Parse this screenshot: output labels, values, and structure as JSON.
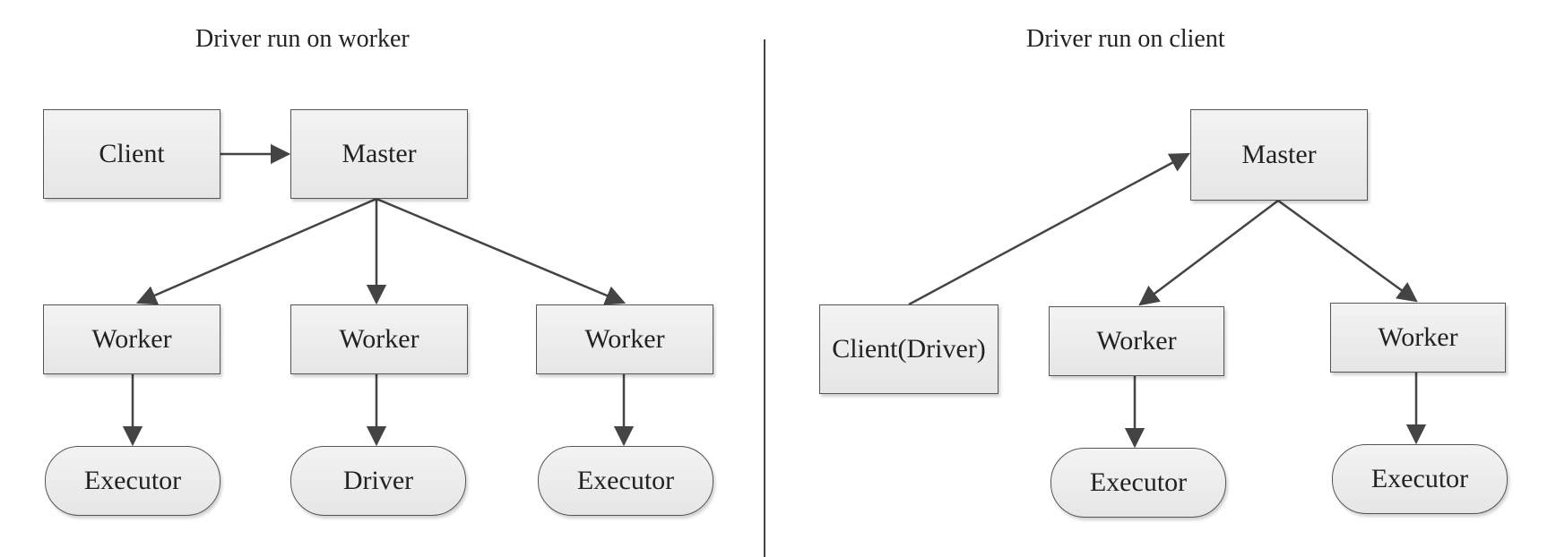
{
  "left": {
    "title": "Driver run on worker",
    "nodes": {
      "client": "Client",
      "master": "Master",
      "worker1": "Worker",
      "worker2": "Worker",
      "worker3": "Worker",
      "executor1": "Executor",
      "driver": "Driver",
      "executor3": "Executor"
    }
  },
  "right": {
    "title": "Driver run on client",
    "nodes": {
      "client_driver": "Client(Driver)",
      "master": "Master",
      "worker1": "Worker",
      "worker2": "Worker",
      "executor1": "Executor",
      "executor2": "Executor"
    }
  },
  "colors": {
    "line": "#444444",
    "node_fill": "#eeeeee",
    "node_border": "#555555"
  }
}
